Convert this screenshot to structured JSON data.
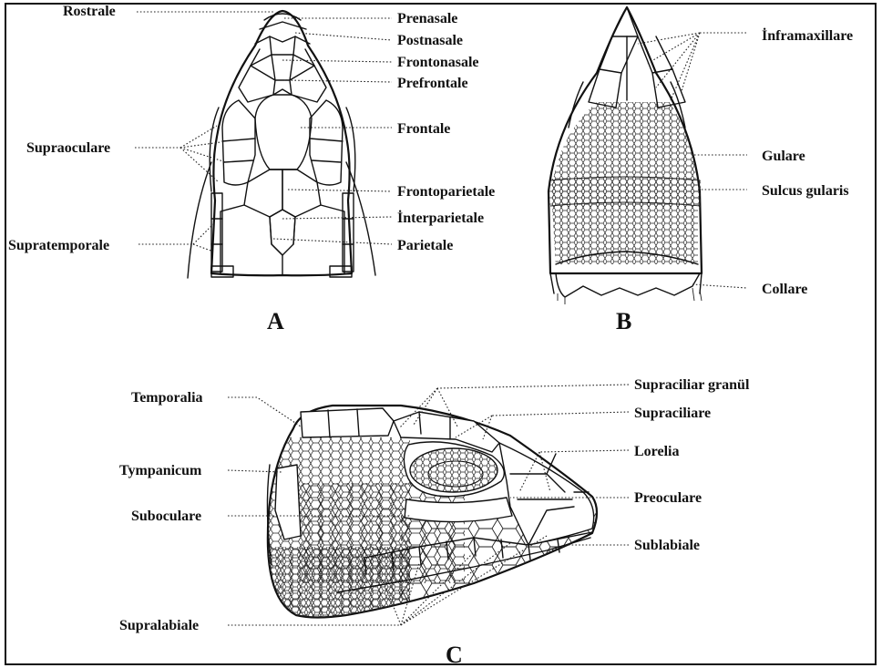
{
  "panels": {
    "a": "A",
    "b": "B",
    "c": "C"
  },
  "labels_a": {
    "rostrale": "Rostrale",
    "prenasale": "Prenasale",
    "postnasale": "Postnasale",
    "frontonasale": "Frontonasale",
    "prefrontale": "Prefrontale",
    "frontale": "Frontale",
    "supraoculare": "Supraoculare",
    "frontoparietale": "Frontoparietale",
    "interparietale": "İnterparietale",
    "supratemporale": "Supratemporale",
    "parietale": "Parietale"
  },
  "labels_b": {
    "inframaxillare": "İnframaxillare",
    "gulare": "Gulare",
    "sulcus_gularis": "Sulcus gularis",
    "collare": "Collare"
  },
  "labels_c": {
    "temporalia": "Temporalia",
    "tympanicum": "Tympanicum",
    "suboculare": "Suboculare",
    "supralabiale": "Supralabiale",
    "supraciliar_granul": "Supraciliar granül",
    "supraciliare": "Supraciliare",
    "lorelia": "Lorelia",
    "preoculare": "Preoculare",
    "sublabiale": "Sublabiale"
  }
}
